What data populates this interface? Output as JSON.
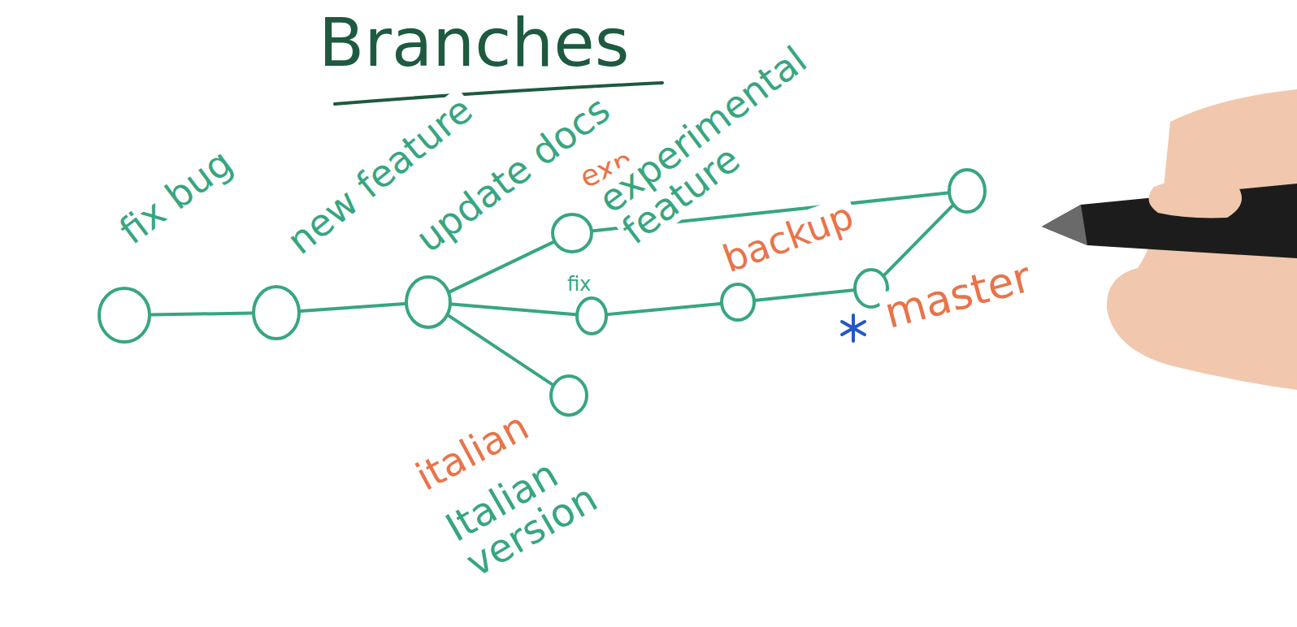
{
  "diagram": {
    "title": "Branches",
    "nodes": [
      {
        "text": [
          "fix bug"
        ]
      },
      {
        "text": [
          "new feature"
        ]
      },
      {
        "text": [
          "update docs"
        ]
      },
      {
        "text": [
          "exp",
          "experimental feature"
        ]
      },
      {
        "text": [
          "fix"
        ]
      },
      {},
      {
        "text": [
          "master"
        ]
      },
      {},
      {
        "text": [
          "italian",
          "Italian version"
        ]
      }
    ],
    "edges": [
      {
        "from": 0,
        "to": 1,
        "arrow": "none"
      },
      {
        "from": 1,
        "to": 2,
        "arrow": "none"
      },
      {
        "from": 2,
        "to": 3,
        "arrow": "none"
      },
      {
        "from": 2,
        "to": 4,
        "arrow": "none"
      },
      {
        "from": 2,
        "to": 8,
        "arrow": "none"
      },
      {
        "from": 4,
        "to": 5,
        "arrow": "none"
      },
      {
        "from": 5,
        "to": 6,
        "arrow": "none"
      },
      {
        "from": 3,
        "to": 7,
        "arrow": "none"
      },
      {
        "from": 6,
        "to": 7,
        "arrow": "none"
      }
    ],
    "labels": [
      "backup"
    ]
  }
}
